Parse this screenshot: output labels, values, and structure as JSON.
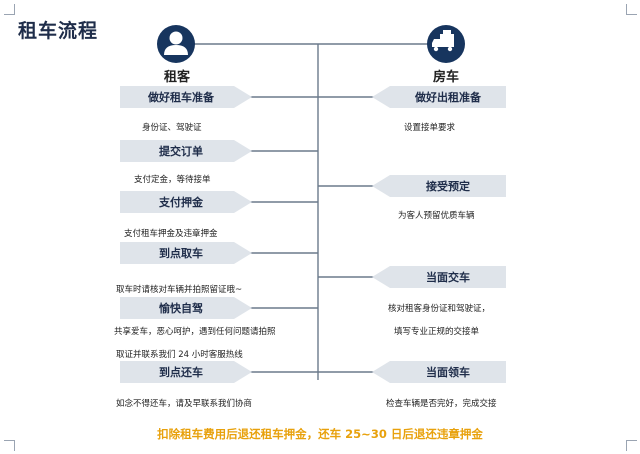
{
  "title": "租车流程",
  "left": {
    "label": "租客",
    "icon": "user-icon",
    "steps": [
      {
        "label": "做好租车准备",
        "note": "身份证、驾驶证"
      },
      {
        "label": "提交订单",
        "note": "支付定金，等待接单"
      },
      {
        "label": "支付押金",
        "note": "支付租车押金及违章押金"
      },
      {
        "label": "到点取车",
        "note": "取车时请核对车辆并拍照留证哦~"
      },
      {
        "label": "愉快自驾",
        "note": "共享爱车，恶心呵护，遇到任何问题请拍照",
        "note2": "取证并联系我们 24 小时客服热线"
      },
      {
        "label": "到点还车",
        "note": "如念不得还车，请及早联系我们协商"
      }
    ]
  },
  "right": {
    "label": "房车",
    "icon": "truck-icon",
    "steps": [
      {
        "label": "做好出租准备",
        "note": "设置接单要求"
      },
      {
        "label": "接受预定",
        "note": "为客人预留优质车辆"
      },
      {
        "label": "当面交车",
        "note": "核对租客身份证和驾驶证，",
        "note2": "填写专业正规的交接单"
      },
      {
        "label": "当面领车",
        "note": "检查车辆是否完好，完成交接"
      }
    ]
  },
  "footer": "扣除租车费用后退还租车押金，还车 25~30 日后退还违章押金",
  "colors": {
    "node_fill": "#17355e",
    "arrow_fill": "#dfe4ea",
    "line": "#6b7a8c",
    "footer": "#e8a10c"
  }
}
